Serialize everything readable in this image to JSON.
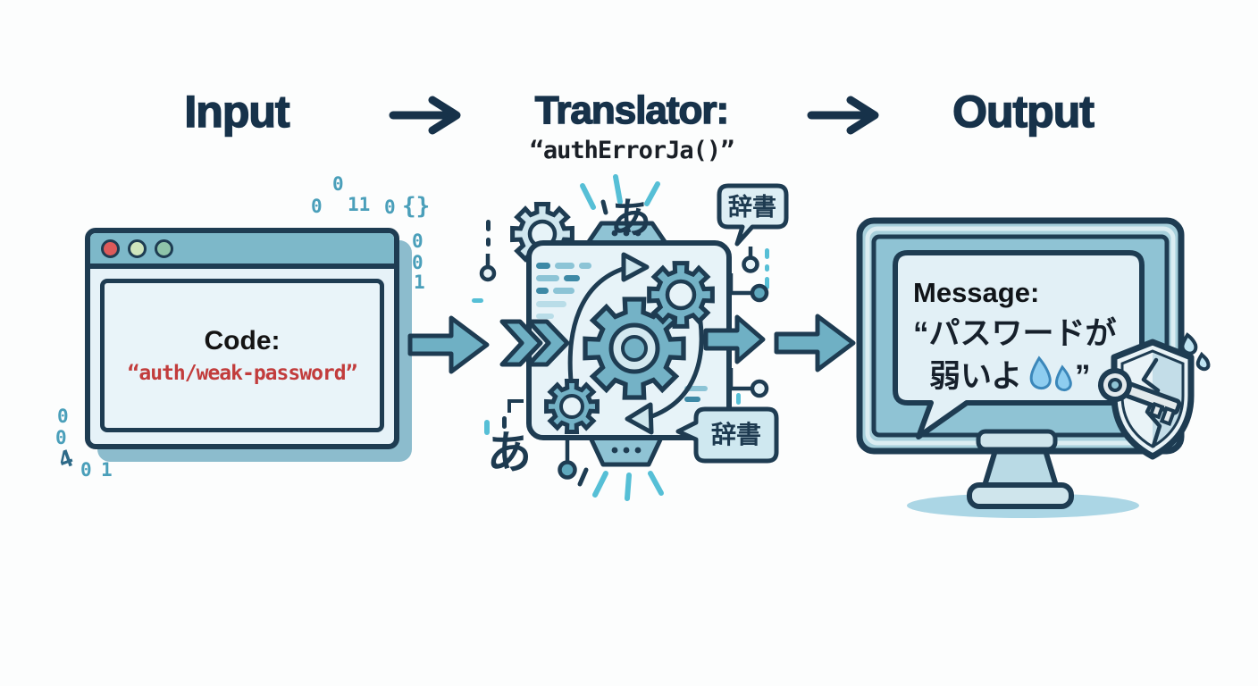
{
  "headers": {
    "input": "Input",
    "translator": "Translator:",
    "translator_sub": "“authErrorJa()”",
    "output": "Output"
  },
  "input_window": {
    "code_label": "Code:",
    "code_value": "“auth/weak-password”"
  },
  "decorations": {
    "binary": {
      "t1": "0",
      "t2": "0",
      "t3": "11",
      "t4": "0",
      "braces": "{}",
      "r1": "0",
      "r2": "0",
      "r3": "1",
      "b1": "0",
      "b2": "0",
      "b3": "4",
      "b4": "0",
      "b5": "1"
    },
    "kana": "あ"
  },
  "translator": {
    "dict_label_top": "辞書",
    "dict_label_bottom": "辞書"
  },
  "output_monitor": {
    "message_label": "Message:",
    "line1": "“パスワードが",
    "line2": "弱いよ",
    "close_quote": "”"
  },
  "colors": {
    "navy": "#1d3a50",
    "teal_fill": "#6fb0c4",
    "panel": "#e7f3f8",
    "code_red": "#c23c3c",
    "accent_cyan": "#56bfd6",
    "binary_teal": "#4a9fba"
  }
}
